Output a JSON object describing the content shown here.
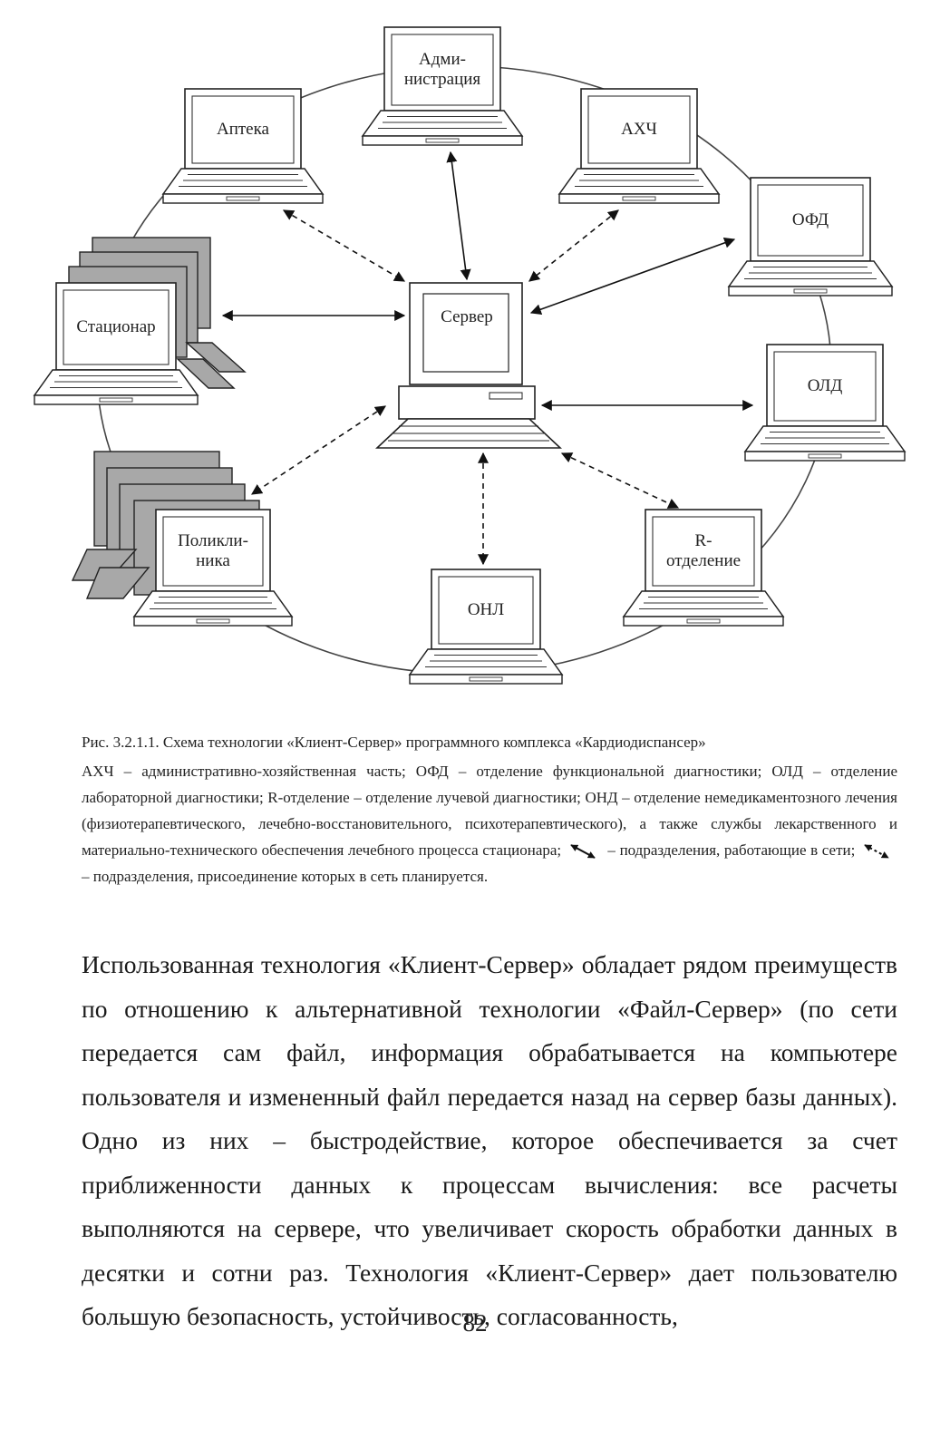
{
  "diagram": {
    "server_label": "Сервер",
    "nodes": [
      {
        "id": "admin",
        "lines": [
          "Адми-",
          "нистрация"
        ],
        "connection": "working"
      },
      {
        "id": "apteka",
        "lines": [
          "Аптека"
        ],
        "connection": "planned"
      },
      {
        "id": "ahch",
        "lines": [
          "АХЧ"
        ],
        "connection": "planned"
      },
      {
        "id": "ofd",
        "lines": [
          "ОФД"
        ],
        "connection": "working"
      },
      {
        "id": "stacionar",
        "lines": [
          "Стационар"
        ],
        "connection": "working"
      },
      {
        "id": "old",
        "lines": [
          "ОЛД"
        ],
        "connection": "working"
      },
      {
        "id": "poliklinika",
        "lines": [
          "Поликли-",
          "ника"
        ],
        "connection": "planned"
      },
      {
        "id": "r-otdelenie",
        "lines": [
          "R-",
          "отделение"
        ],
        "connection": "planned"
      },
      {
        "id": "onl",
        "lines": [
          "ОНЛ"
        ],
        "connection": "planned"
      }
    ]
  },
  "caption": {
    "title": "Рис. 3.2.1.1. Схема технологии «Клиент-Сервер» программного комплекса «Кардиодиспансер»",
    "legend_text": "АХЧ – административно-хозяйственная часть; ОФД – отделение функциональной диагностики; ОЛД – отделение лабораторной диагностики; R-отделение – отделение лучевой диагностики; ОНД – отделение немедикаментозного лечения (физиотерапевтического, лечебно-восстановительного, психотерапевтического), а также службы лекарственного и материально-технического обеспечения лечебного процесса стационара;",
    "legend_working": "– подразделения, работающие в сети;",
    "legend_planned": "– подразделения, присоединение которых в сеть планируется."
  },
  "body_text": "Использованная технология «Клиент-Сервер» обладает рядом преимуществ по отношению к альтернативной технологии «Файл-Сервер» (по сети передается сам файл, информация обрабатывается на компьютере пользователя и измененный файл передается назад на сервер базы данных). Одно из них – быстродействие, которое обеспечивается за счет приближенности данных к процессам вычисления: все расчеты выполняются на сервере, что увеличивает скорость обработки данных в десятки и сотни раз. Технология «Клиент-Сервер» дает пользователю большую безопасность, устойчивость, согласованность,",
  "page_number": "82"
}
